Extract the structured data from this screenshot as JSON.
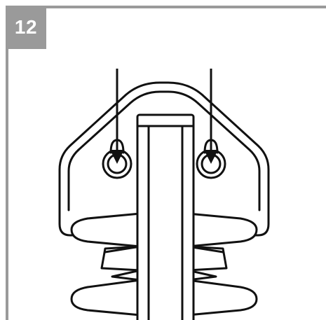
{
  "step": {
    "number": "12"
  },
  "colors": {
    "frame": "#9a9a9a",
    "line": "#111111",
    "background": "#ffffff"
  },
  "illustration": {
    "subject": "hedge-trimmer-blade-mounting",
    "arrow_count": 2,
    "arrow_direction": "down"
  }
}
